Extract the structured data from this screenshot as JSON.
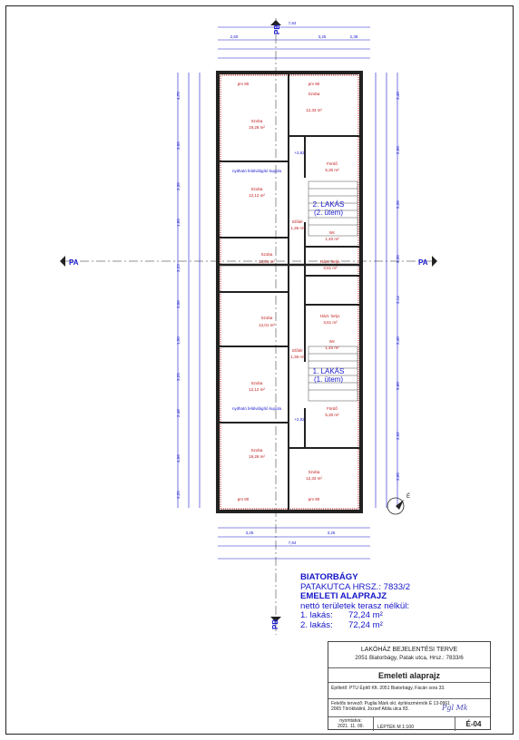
{
  "header_dims": {
    "top_total": "7,84",
    "top_parts": [
      "2,50",
      "3,25",
      "2,38"
    ],
    "bottom_total": "7,84",
    "bottom_parts": [
      "3,25",
      "3,25"
    ]
  },
  "section_marks": {
    "top": "PB",
    "bottom": "PB",
    "left": "PA",
    "right": "PA"
  },
  "rooms": [
    {
      "name": "Szoba",
      "area": "19,28 m²",
      "door": "pm 90"
    },
    {
      "name": "Szoba",
      "area": "12,33 m²",
      "door": "pm 90"
    },
    {
      "name": "Fürdő",
      "area": "5,30 m²"
    },
    {
      "name": "Szoba",
      "area": "12,12 m²"
    },
    {
      "name": "Előtér",
      "area": "1,36 m²"
    },
    {
      "name": "Wc",
      "area": "1,40 m²"
    },
    {
      "name": "Szoba",
      "area": "12,01 m²"
    },
    {
      "name": "Házt. helyi.",
      "area": "3,61 m²"
    },
    {
      "name": "Házt. helyi.",
      "area": "3,61 m²"
    },
    {
      "name": "Szoba",
      "area": "12,01 m²"
    },
    {
      "name": "Előtér",
      "area": "1,36 m²"
    },
    {
      "name": "Wc",
      "area": "1,40 m²"
    },
    {
      "name": "Szoba",
      "area": "12,12 m²"
    },
    {
      "name": "Fürdő",
      "area": "5,30 m²"
    },
    {
      "name": "Szoba",
      "area": "19,28 m²",
      "door": "pm 90"
    },
    {
      "name": "Szoba",
      "area": "12,33 m²",
      "door": "pm 90"
    }
  ],
  "skylight": "nyitható felülvilágító kupola",
  "levels": [
    "+2,82",
    "+2,82"
  ],
  "apartment_2": {
    "title": "2. LAKÁS",
    "sub": "(2. ütem)"
  },
  "apartment_1": {
    "title": "1. LAKÁS",
    "sub": "(1. ütem)"
  },
  "left_dims": [
    "4,70",
    "3,05",
    "2,38",
    "1,60",
    "3,23",
    "3,00",
    "1,50",
    "3,25",
    "2,46",
    "4,56",
    "3,25"
  ],
  "right_dims": [
    "3,40",
    "2,88",
    "5,36",
    "2,38",
    "3,14",
    "2,40",
    "5,60",
    "2,02",
    "3,05"
  ],
  "north": "É",
  "legend": {
    "l1": "BIATORBÁGY",
    "l2": "PATAKUTCA HRSZ.: 7833/2",
    "l3": "EMELETI ALAPRAJZ",
    "l4": "nettó területek terasz nélkül:",
    "rows": [
      {
        "label": "1. lakás:",
        "value": "72,24 m²"
      },
      {
        "label": "2. lakás:",
        "value": "72,24 m²"
      }
    ]
  },
  "title_block": {
    "line1": "LAKÓHÁZ BEJELENTÉSI TERVE",
    "line2": "2051 Biatorbágy, Patak utca, Hrsz.: 7833/6",
    "drawing": "Emeleti alaprajz",
    "builder": "Építtető: PTU Építő Kft. 2051 Biatorbágy, Fácán sora 33.",
    "designer1": "Felelős tervező: Puglia Márk okl. építészmérnök É 13-0961",
    "designer2": "2065 Törökbálint, József Attila utca 83.",
    "signature": "Pgl Mk",
    "date_label": "nyomtatva:",
    "date": "2021. 11. 09.",
    "scale": "LÉPTÉK M 1:100",
    "code": "É-04"
  }
}
